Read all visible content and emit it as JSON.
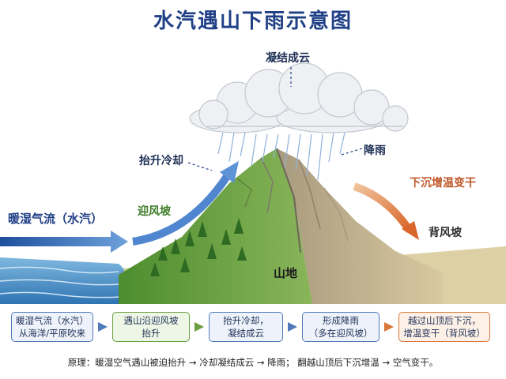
{
  "title": "水汽遇山下雨示意图",
  "labels": {
    "condense": "凝结成云",
    "lift_cool": "抬升冷却",
    "rain": "降雨",
    "sink_warm": "下沉增温变干",
    "windward": "迎风坡",
    "leeward": "背风坡",
    "airflow": "暖湿气流（水汽）",
    "mountain": "山地"
  },
  "steps": [
    {
      "line1": "暖湿气流（水汽）",
      "line2": "从海洋/平原吹来",
      "border": "#4f79b8",
      "bg": "#eef3fb"
    },
    {
      "line1": "遇山沿迎风坡",
      "line2": "抬升",
      "border": "#6a9e3f",
      "bg": "#eef6e6"
    },
    {
      "line1": "抬升冷却，",
      "line2": "凝结成云",
      "border": "#4f79b8",
      "bg": "#eef3fb"
    },
    {
      "line1": "形成降雨",
      "line2": "（多在迎风坡）",
      "border": "#4f79b8",
      "bg": "#eef3fb"
    },
    {
      "line1": "越过山顶后下沉，",
      "line2": "增温变干（背风坡）",
      "border": "#d9773a",
      "bg": "#fdf1e7"
    }
  ],
  "footer": "原理：暖湿空气遇山被迫抬升 → 冷却凝结成云 → 降雨； 翻越山顶后下沉增温 → 空气变干。",
  "colors": {
    "title": "#1f3f86",
    "blue_arrow": "#2f5fb0",
    "orange_arrow": "#d9773a",
    "windward_green": "#4b8a2e",
    "sea": "#3f86c4"
  }
}
